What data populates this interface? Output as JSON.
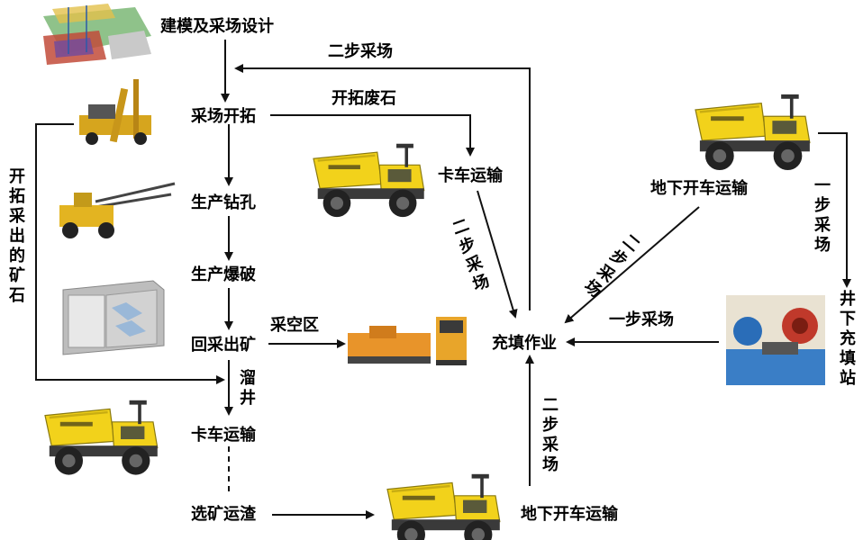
{
  "nodes": {
    "design": "建模及采场设计",
    "development": "采场开拓",
    "drilling": "生产钻孔",
    "blasting": "生产爆破",
    "mining": "回采出矿",
    "truck_left": "卡车运输",
    "beneficiation": "选矿运渣",
    "truck_mid": "卡车运输",
    "backfill": "充填作业",
    "ug_truck_right": "地下开车运输",
    "ug_truck_bottom": "地下开车运输",
    "backfill_station": "井下充填站"
  },
  "edges": {
    "second_stope_top": "二步采场",
    "waste_rock": "开拓废石",
    "ore_out": "开拓采出的矿石",
    "void": "采空区",
    "ore_pass": "溜井",
    "second_stope_mid": "二步采场",
    "second_stope_diag": "二步采场",
    "first_stope_h": "一步采场",
    "first_stope_v": "一步采场",
    "second_stope_bottom": "二步采场"
  },
  "colors": {
    "truck_body": "#f2d21b",
    "truck_dark": "#2b2b2b",
    "arrow": "#111111"
  }
}
